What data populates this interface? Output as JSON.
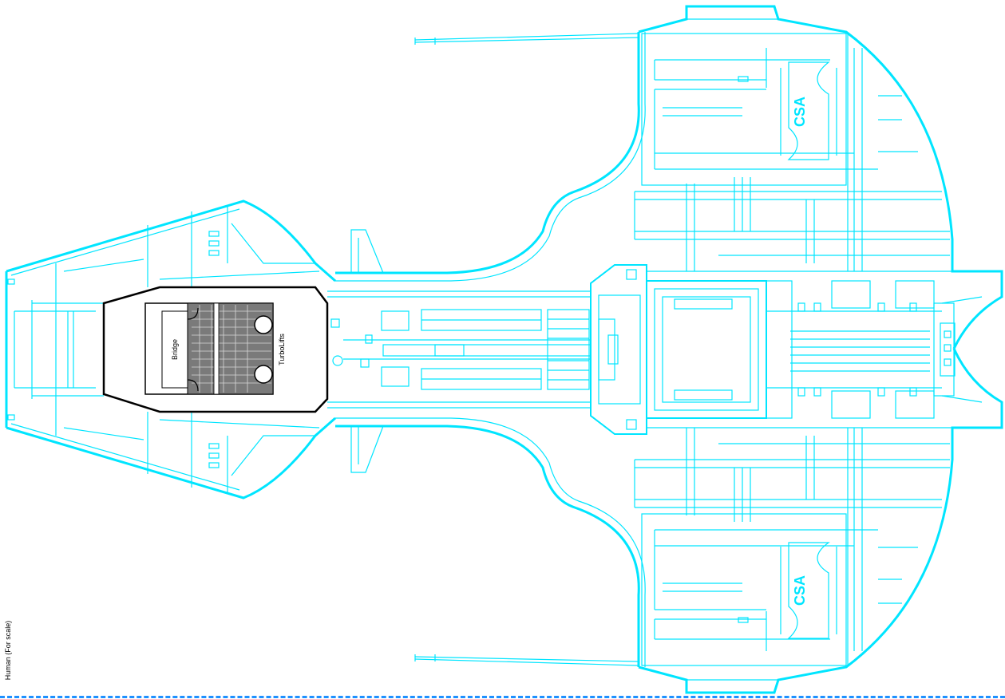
{
  "labels": {
    "bridge": "Bridge",
    "turbolifts": "TurboLifts",
    "scale_note": "Human (For scale)",
    "insignia_upper": "CSA",
    "insignia_lower": "CSA"
  },
  "colors": {
    "hull_line": "#00e5ff",
    "bridge_outline": "#000000",
    "deck_hatch": "#808080",
    "scale_rule": "#1e90ff"
  }
}
